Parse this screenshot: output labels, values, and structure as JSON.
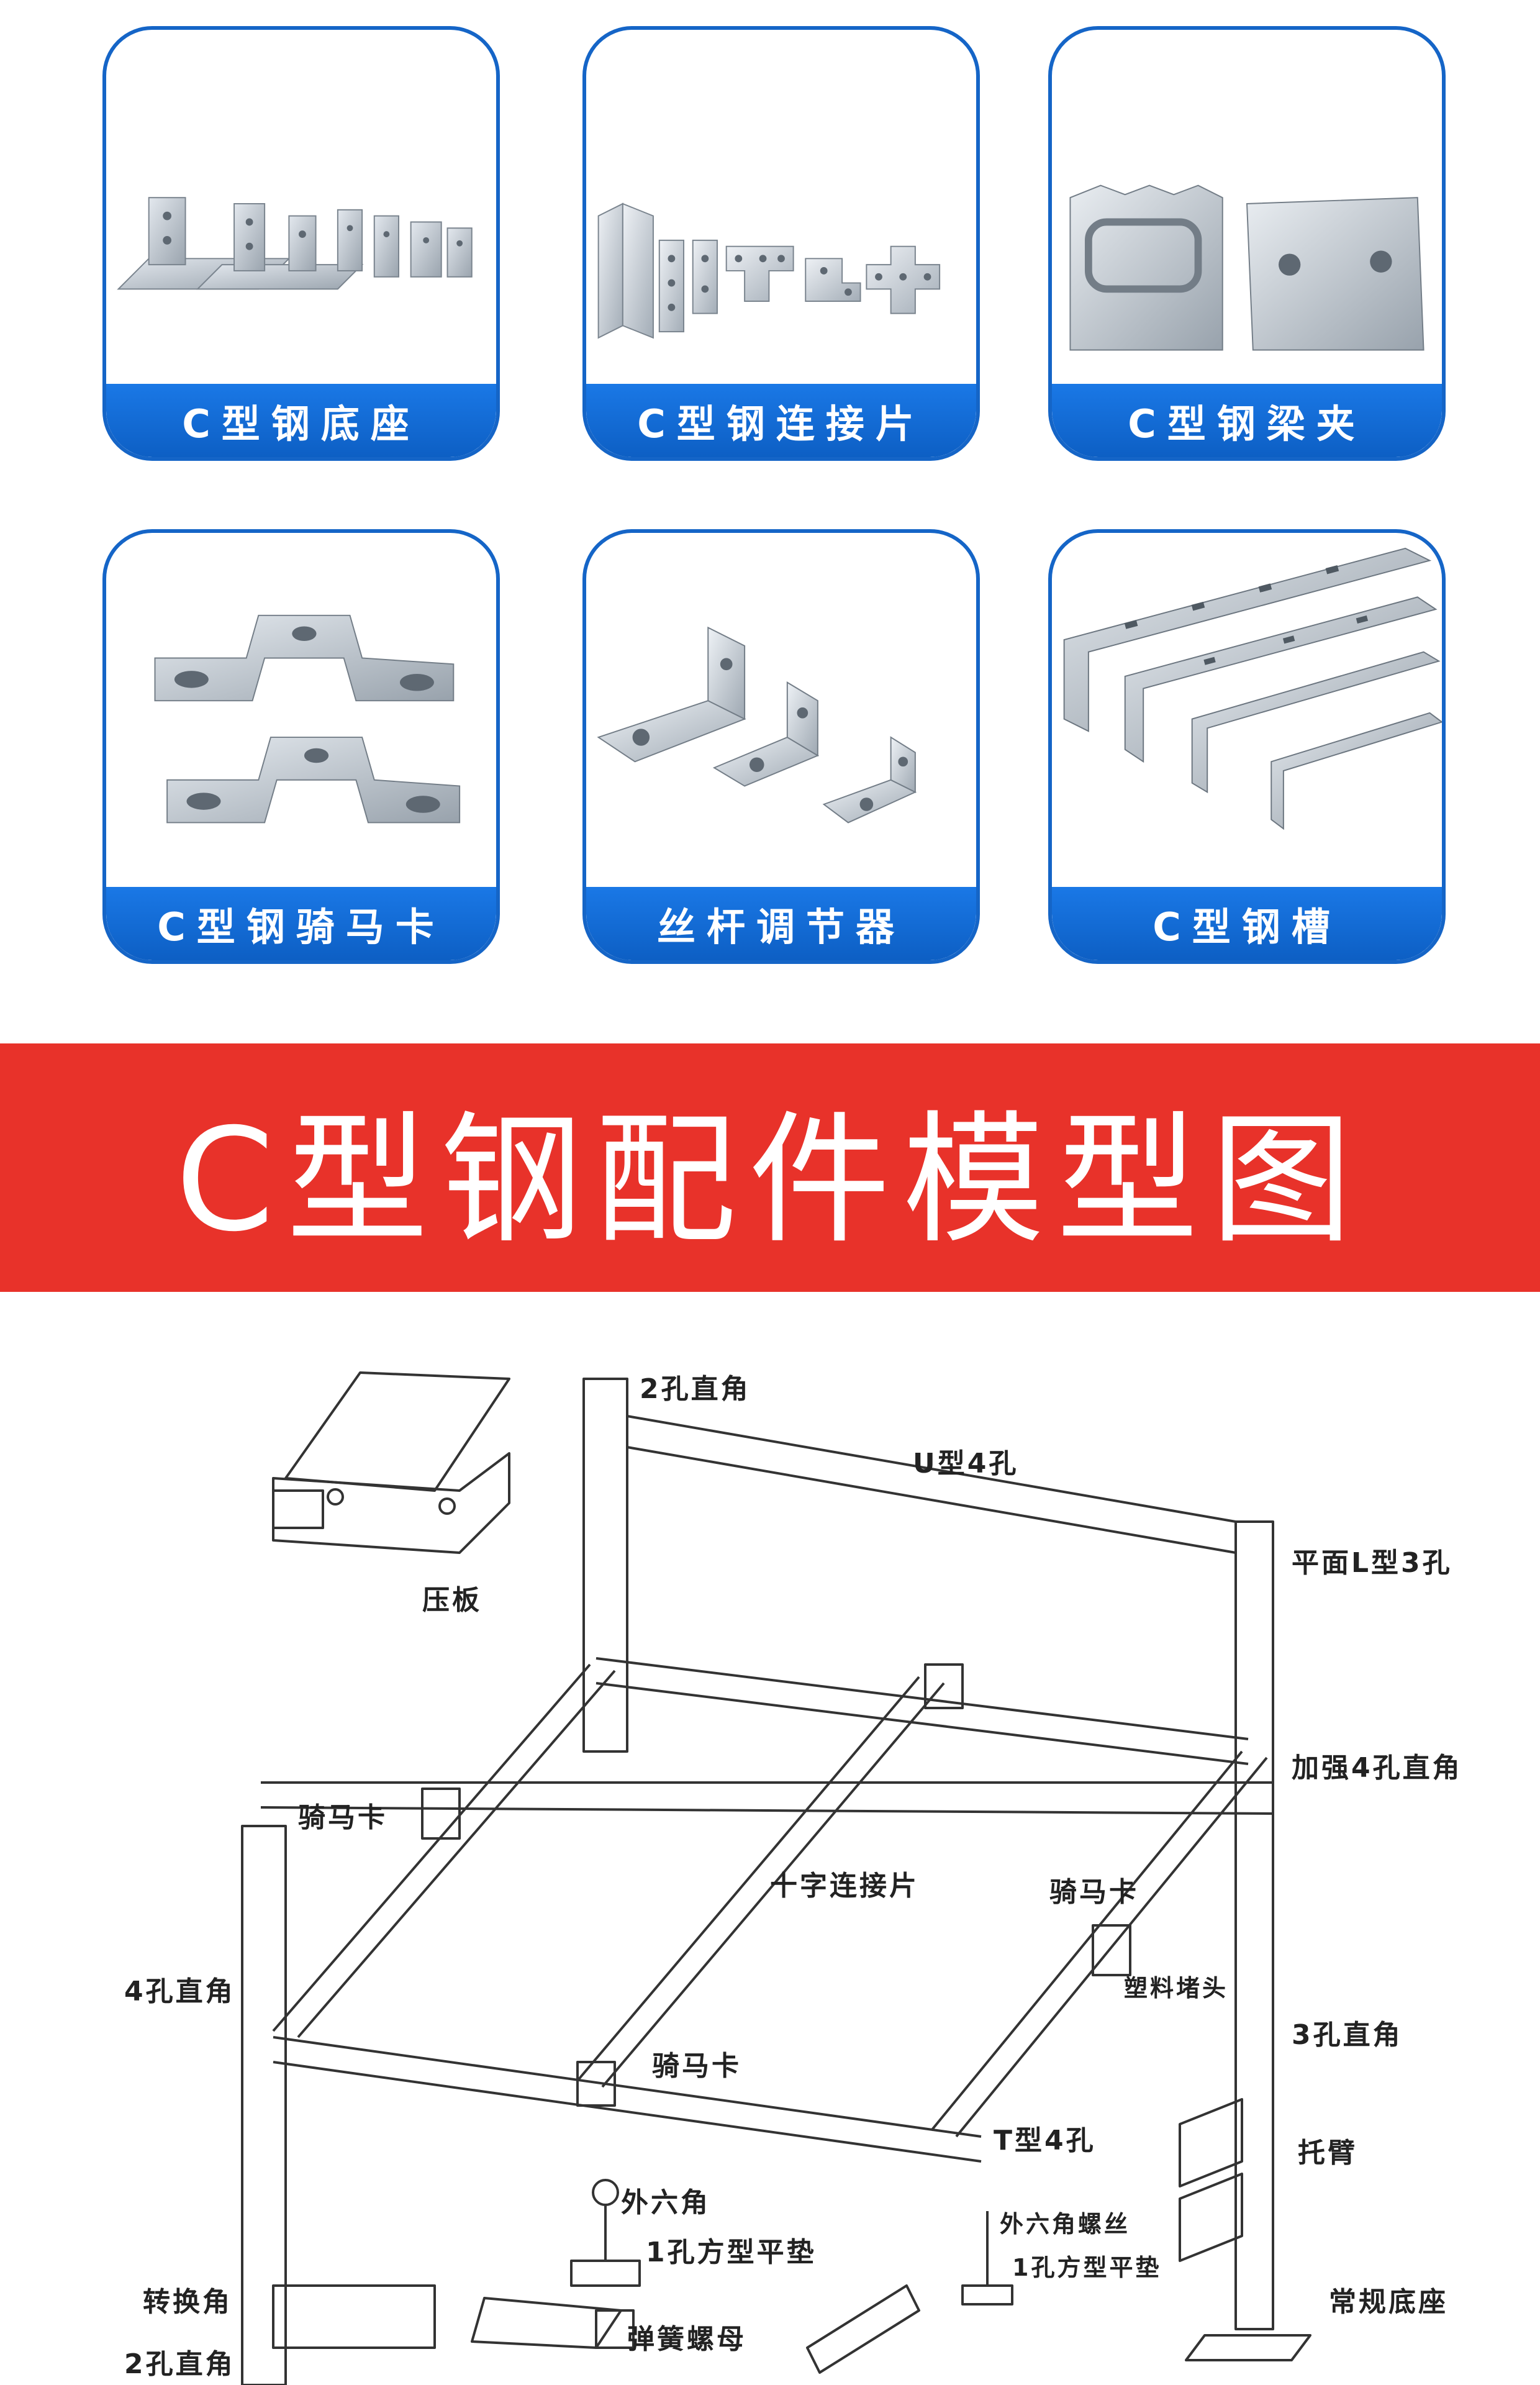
{
  "products": [
    {
      "label": "C型钢底座"
    },
    {
      "label": "C型钢连接片"
    },
    {
      "label": "C型钢梁夹"
    },
    {
      "label": "C型钢骑马卡"
    },
    {
      "label": "丝杆调节器"
    },
    {
      "label": "C型钢槽"
    }
  ],
  "banner": {
    "title": "C型钢配件模型图"
  },
  "diagram": {
    "labels": {
      "pressure_plate": "压板",
      "two_hole_angle_top": "2孔直角",
      "u_four_hole": "U型4孔",
      "flat_l_three_hole": "平面L型3孔",
      "reinforced_four_hole": "加强4孔直角",
      "saddle_clamp_left": "骑马卡",
      "cross_connector": "十字连接片",
      "saddle_clamp_right": "骑马卡",
      "four_hole_angle": "4孔直角",
      "plastic_cap": "塑料堵头",
      "three_hole_angle": "3孔直角",
      "saddle_clamp_bottom": "骑马卡",
      "t_four_hole": "T型4孔",
      "bracket_arm": "托臂",
      "hex_head": "外六角",
      "hex_bolt": "外六角螺丝",
      "square_washer": "1孔方型平垫",
      "square_washer_right": "1孔方型平垫",
      "conversion_angle": "转换角",
      "spring_nut": "弹簧螺母",
      "regular_base": "常规底座",
      "two_hole_angle_bottom": "2孔直角"
    }
  },
  "colors": {
    "brand_blue": "#1565c7",
    "banner_red": "#e8322a"
  }
}
